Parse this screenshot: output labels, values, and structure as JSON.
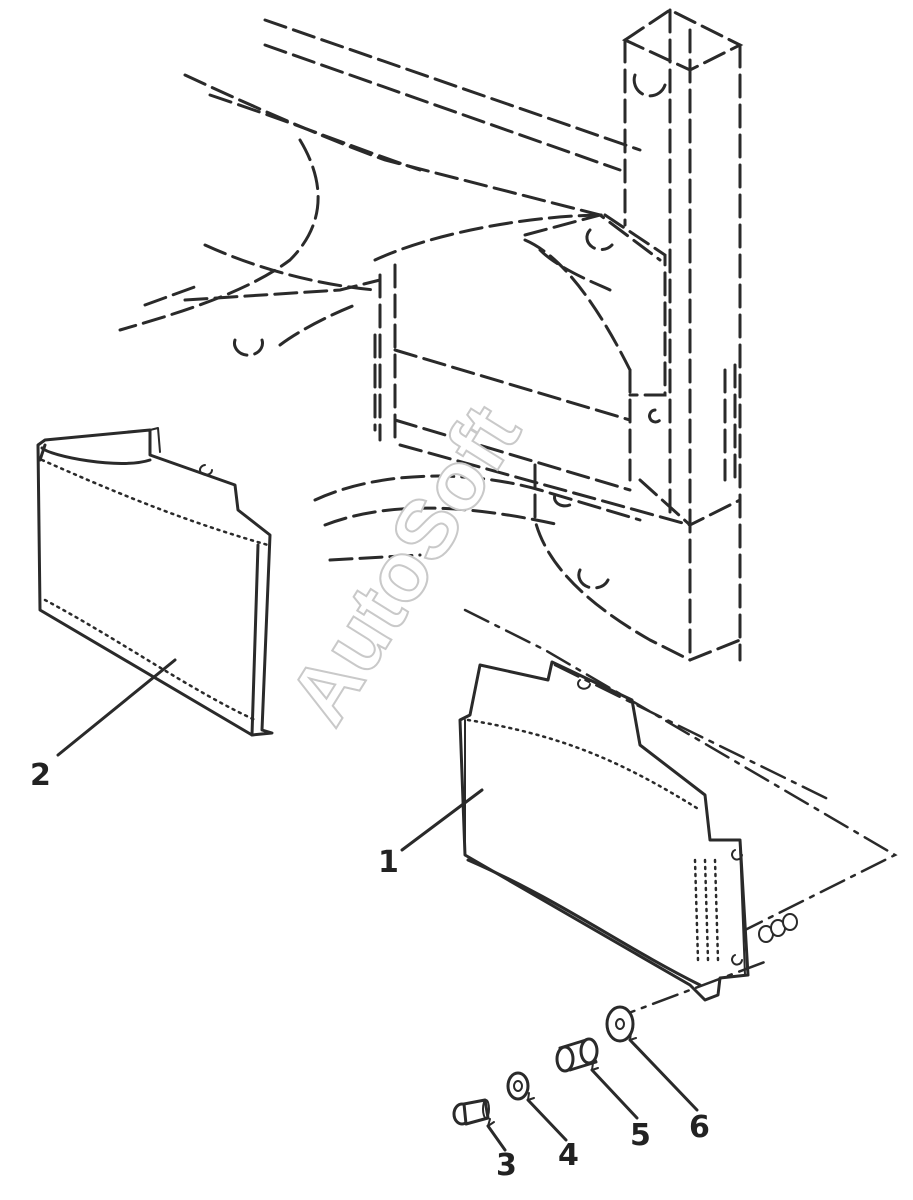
{
  "diagram": {
    "callouts": [
      {
        "id": "1",
        "label": "1"
      },
      {
        "id": "2",
        "label": "2"
      },
      {
        "id": "3",
        "label": "3"
      },
      {
        "id": "4",
        "label": "4"
      },
      {
        "id": "5",
        "label": "5"
      },
      {
        "id": "6",
        "label": "6"
      }
    ],
    "watermark": "AutoSoft",
    "colors": {
      "line": "#2a2a2a",
      "background": "#ffffff",
      "watermark_outline": "#c9c9c9"
    }
  }
}
